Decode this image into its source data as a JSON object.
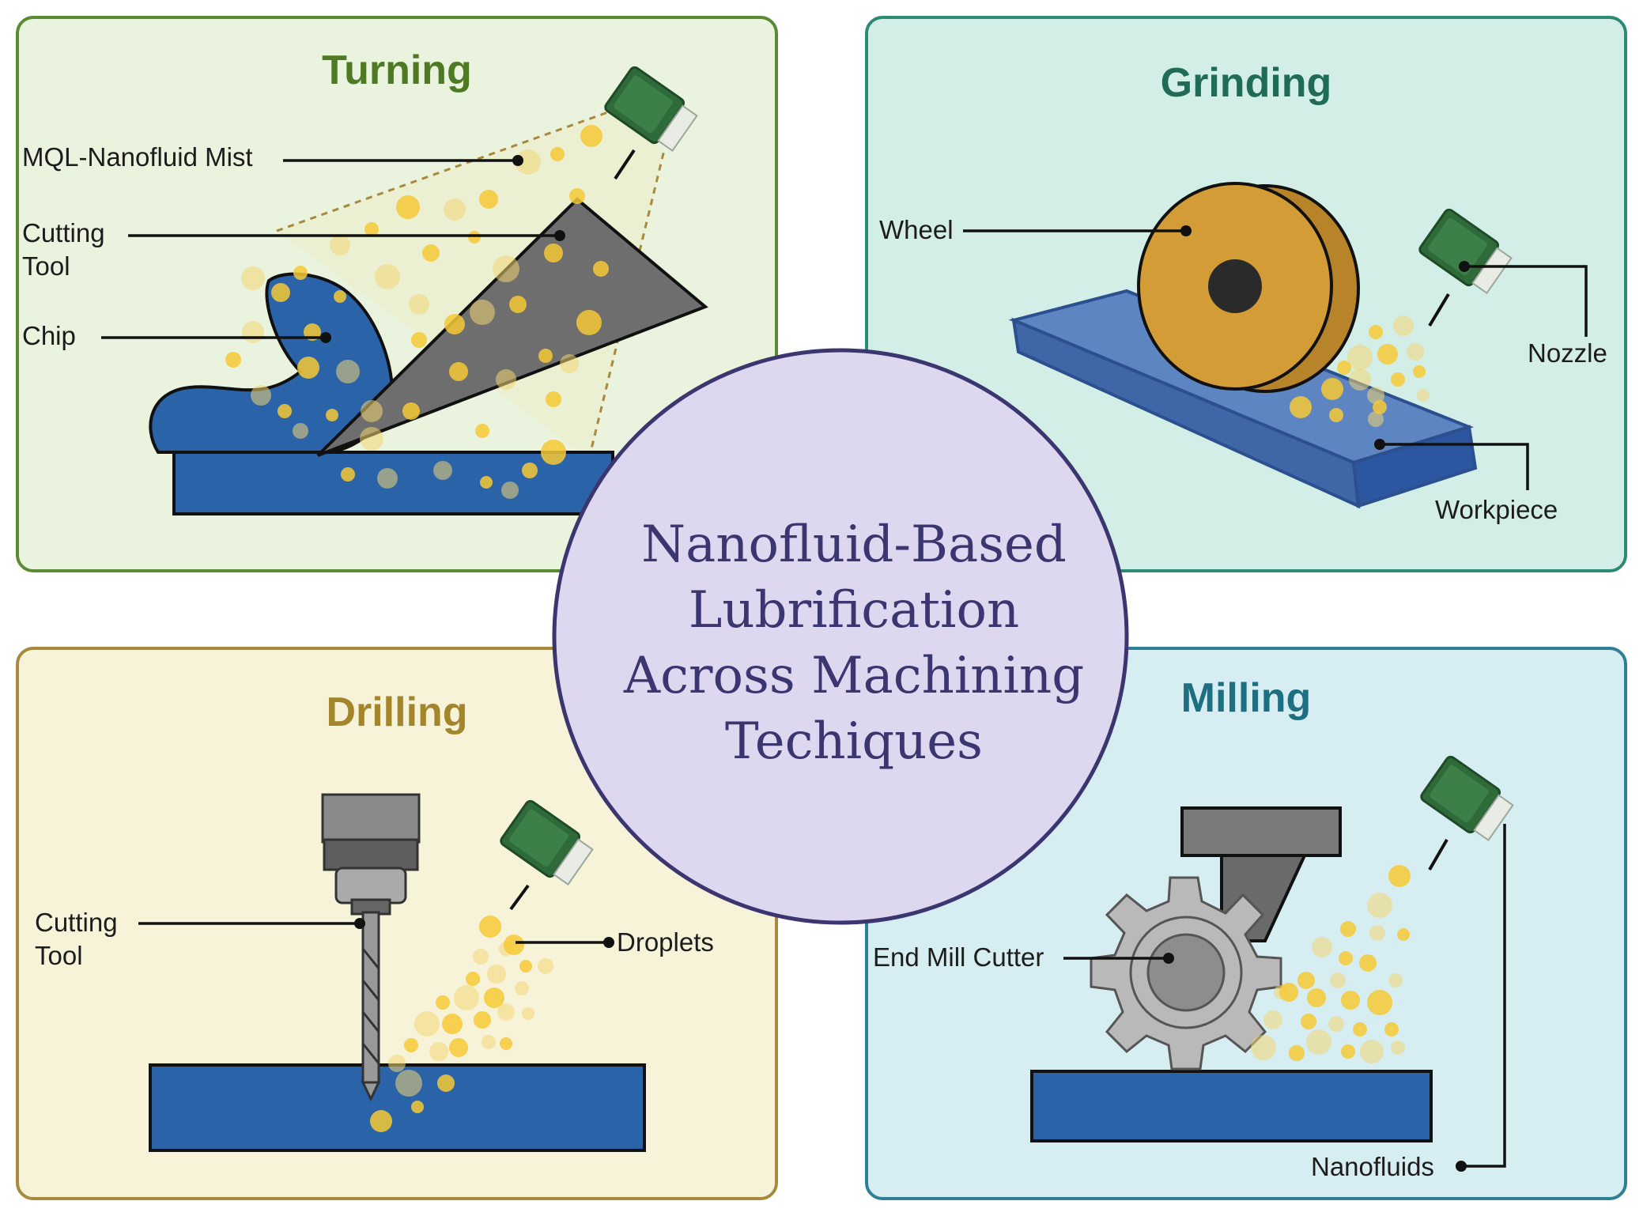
{
  "center": {
    "lines": [
      "Nanofluid-Based",
      "Lubrification",
      "Across Machining",
      "Techiques"
    ]
  },
  "panels": {
    "turning": {
      "title": "Turning",
      "labels": {
        "mist": "MQL-Nanofluid Mist",
        "tool_line1": "Cutting",
        "tool_line2": "Tool",
        "chip": "Chip"
      }
    },
    "grinding": {
      "title": "Grinding",
      "labels": {
        "wheel": "Wheel",
        "nozzle": "Nozzle",
        "workpiece": "Workpiece"
      }
    },
    "drilling": {
      "title": "Drilling",
      "labels": {
        "tool_line1": "Cutting",
        "tool_line2": "Tool",
        "droplets": "Droplets"
      }
    },
    "milling": {
      "title": "Milling",
      "labels": {
        "cutter": "End Mill Cutter",
        "nanofluids": "Nanofluids"
      }
    }
  },
  "colors": {
    "turning_bg": "#eaf3dd",
    "turning_border": "#5a8a33",
    "turning_title": "#4f7a24",
    "grinding_bg": "#d3eee7",
    "grinding_border": "#2d8a73",
    "grinding_title": "#1f6b57",
    "drilling_bg": "#f6f3d9",
    "drilling_border": "#a88a3e",
    "drilling_title": "#a3852c",
    "milling_bg": "#d6eef2",
    "milling_border": "#2e7f95",
    "milling_title": "#1f6f82",
    "center_bg": "#ddd8ef",
    "center_border": "#3b3570",
    "workpiece_blue": "#2b63a8",
    "nozzle_green": "#2f6b3a",
    "droplet": "#f6c935"
  }
}
